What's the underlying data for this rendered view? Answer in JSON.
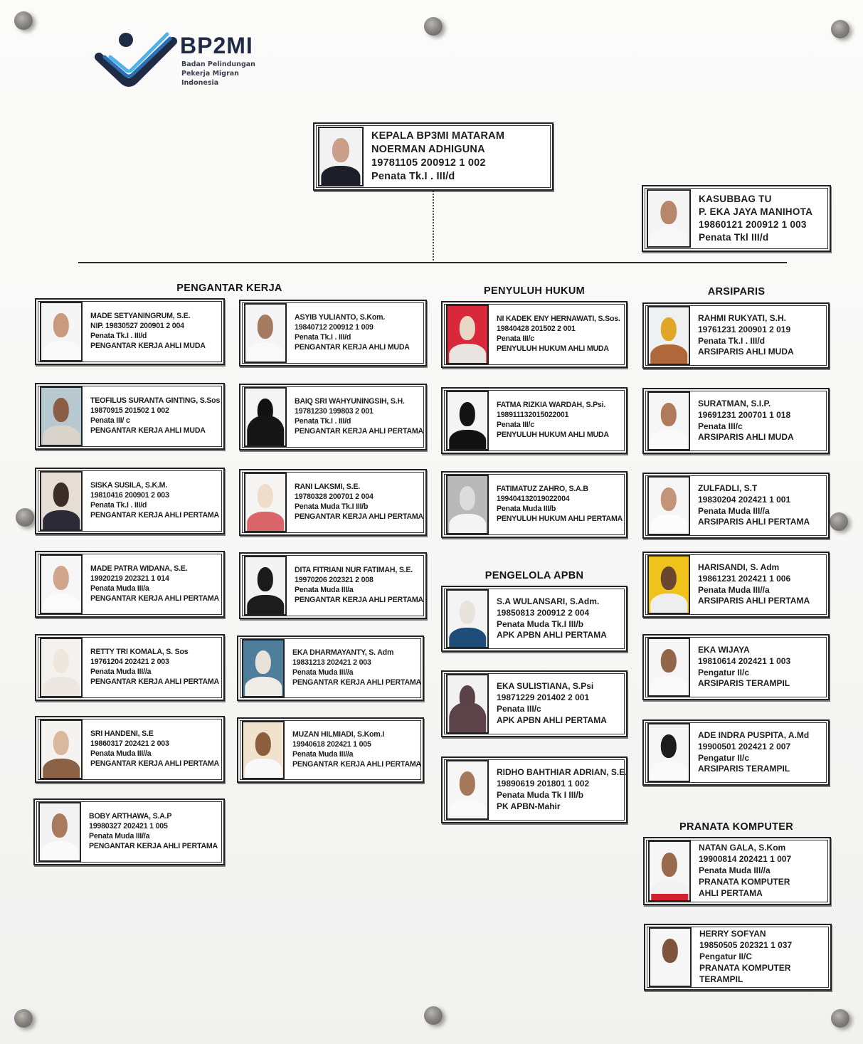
{
  "logo": {
    "title": "BP2MI",
    "subtitle_lines": [
      "Badan Pelindungan",
      "Pekerja Migran",
      "Indonesia"
    ],
    "colors": {
      "navy": "#1f2a44",
      "light_blue": "#4fb3e8",
      "mid_blue": "#2d6fb5"
    }
  },
  "head": {
    "lines": [
      "KEPALA BP3MI MATARAM",
      "NOERMAN ADHIGUNA",
      "19781105 200912 1 002",
      "Penata Tk.I . III/d"
    ]
  },
  "kasubbag": {
    "lines": [
      "KASUBBAG TU",
      "P. EKA JAYA MANIHOTA",
      "19860121 200912 1 003",
      "Penata Tkl III/d"
    ]
  },
  "sections": {
    "pengantar_kerja": {
      "title": "PENGANTAR KERJA",
      "members": [
        {
          "lines": [
            "MADE SETYANINGRUM, S.E.",
            "NIP. 19830527 200901 2 004",
            "Penata Tk.I . III/d",
            "PENGANTAR KERJA AHLI MUDA"
          ]
        },
        {
          "lines": [
            "ASYIB YULIANTO, S.Kom.",
            "19840712 200912 1 009",
            "Penata Tk.I . III/d",
            "PENGANTAR KERJA AHLI MUDA"
          ]
        },
        {
          "lines": [
            "TEOFILUS SURANTA GINTING, S.Sos",
            "19870915 201502 1 002",
            "Penata III/ c",
            "PENGANTAR KERJA AHLI MUDA"
          ]
        },
        {
          "lines": [
            "BAIQ SRI WAHYUNINGSIH, S.H.",
            "19781230 199803 2 001",
            "Penata Tk.I . III/d",
            "PENGANTAR KERJA AHLI PERTAMA"
          ]
        },
        {
          "lines": [
            "SISKA SUSILA, S.K.M.",
            "19810416 200901 2 003",
            "Penata Tk.I . III/d",
            "PENGANTAR KERJA AHLI PERTAMA"
          ]
        },
        {
          "lines": [
            "RANI LAKSMI, S.E.",
            "19780328 200701 2 004",
            "Penata Muda Tk.I III/b",
            "PENGANTAR KERJA AHLI PERTAMA"
          ]
        },
        {
          "lines": [
            "MADE PATRA WIDANA, S.E.",
            "19920219 202321 1 014",
            "Penata Muda III/a",
            "PENGANTAR KERJA AHLI PERTAMA"
          ]
        },
        {
          "lines": [
            "DITA FITRIANI NUR FATIMAH, S.E.",
            "19970206 202321 2 008",
            "Penata Muda III/a",
            "PENGANTAR KERJA AHLI PERTAMA"
          ]
        },
        {
          "lines": [
            "RETTY TRI KOMALA, S. Sos",
            "19761204 202421 2 003",
            "Penata Muda III//a",
            "PENGANTAR KERJA AHLI PERTAMA"
          ]
        },
        {
          "lines": [
            "EKA DHARMAYANTY,  S. Adm",
            "19831213 202421 2 003",
            "Penata Muda III//a",
            "PENGANTAR KERJA AHLI PERTAMA"
          ]
        },
        {
          "lines": [
            "SRI HANDENI, S.E",
            "19860317 202421 2 003",
            "Penata Muda III//a",
            "PENGANTAR KERJA AHLI PERTAMA"
          ]
        },
        {
          "lines": [
            "MUZAN HILMIADI, S.Kom.I",
            "19940618 202421 1 005",
            "Penata Muda III//a",
            "PENGANTAR KERJA AHLI PERTAMA"
          ]
        },
        {
          "lines": [
            "BOBY ARTHAWA, S.A.P",
            "19980327 202421 1 005",
            "Penata Muda III//a",
            "PENGANTAR KERJA AHLI PERTAMA"
          ]
        }
      ]
    },
    "penyuluh_hukum": {
      "title": "PENYULUH HUKUM",
      "members": [
        {
          "lines": [
            "NI KADEK ENY HERNAWATI, S.Sos.",
            "19840428 201502 2 001",
            "Penata III/c",
            "PENYULUH HUKUM AHLI MUDA"
          ]
        },
        {
          "lines": [
            "FATMA RIZKIA WARDAH, S.Psi.",
            "198911132015022001",
            "Penata III/c",
            "PENYULUH HUKUM AHLI MUDA"
          ]
        },
        {
          "lines": [
            "FATIMATUZ ZAHRO,  S.A.B",
            "199404132019022004",
            "Penata Muda III/b",
            "PENYULUH HUKUM AHLI PERTAMA"
          ]
        }
      ]
    },
    "pengelola_apbn": {
      "title": "PENGELOLA APBN",
      "members": [
        {
          "lines": [
            "S.A WULANSARI, S.Adm.",
            "19850813 200912 2 004",
            "Penata Muda Tk.I III/b",
            "APK APBN AHLI PERTAMA"
          ]
        },
        {
          "lines": [
            "EKA SULISTIANA, S.Psi",
            "19871229 201402 2 001",
            "Penata III/c",
            "APK APBN AHLI PERTAMA"
          ]
        },
        {
          "lines": [
            "RIDHO BAHTHIAR ADRIAN, S.E.",
            "19890619 201801 1 002",
            "Penata Muda Tk I III/b",
            "PK APBN-Mahir"
          ]
        }
      ]
    },
    "arsiparis": {
      "title": "ARSIPARIS",
      "members": [
        {
          "lines": [
            "RAHMI RUKYATI, S.H.",
            "19761231 200901 2 019",
            "Penata Tk.I . III/d",
            "ARSIPARIS AHLI MUDA"
          ]
        },
        {
          "lines": [
            "SURATMAN, S.I.P.",
            "19691231 200701 1 018",
            "Penata III/c",
            "ARSIPARIS AHLI MUDA"
          ]
        },
        {
          "lines": [
            "ZULFADLI, S.T",
            "19830204 202421 1 001",
            "Penata Muda III//a",
            "ARSIPARIS AHLI PERTAMA"
          ]
        },
        {
          "lines": [
            "HARISANDI, S. Adm",
            "19861231 202421 1 006",
            "Penata Muda III//a",
            "ARSIPARIS AHLI PERTAMA"
          ]
        },
        {
          "lines": [
            "EKA WIJAYA",
            "19810614 202421 1 003",
            "Pengatur II/c",
            "ARSIPARIS TERAMPIL"
          ]
        },
        {
          "lines": [
            "ADE INDRA PUSPITA,  A.Md",
            "19900501 202421 2 007",
            "Pengatur II/c",
            "ARSIPARIS TERAMPIL"
          ]
        }
      ]
    },
    "pranata_komputer": {
      "title": "PRANATA KOMPUTER",
      "members": [
        {
          "lines": [
            "NATAN GALA, S.Kom",
            "19900814 202421 1 007",
            "Penata Muda III//a",
            "PRANATA KOMPUTER",
            "AHLI PERTAMA"
          ]
        },
        {
          "lines": [
            "HERRY SOFYAN",
            "19850505 202321 1 037",
            "Pengatur II/C",
            "PRANATA KOMPUTER",
            "TERAMPIL"
          ]
        }
      ]
    }
  }
}
